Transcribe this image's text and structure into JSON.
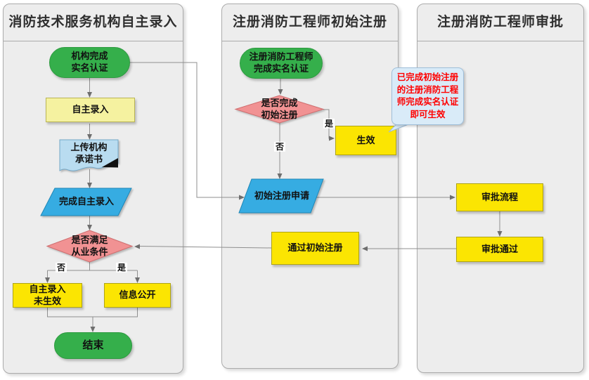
{
  "lanes": [
    {
      "title": "消防技术服务机构自主录入"
    },
    {
      "title": "注册消防工程师初始注册"
    },
    {
      "title": "注册消防工程师审批"
    }
  ],
  "nodes": {
    "org_realname": "机构完成\n实名认证",
    "self_entry": "自主录入",
    "upload_commitment": "上传机构\n承诺书",
    "complete_self_entry": "完成自主录入",
    "meet_practice_condition": "是否满足\n从业条件",
    "self_entry_not_effective": "自主录入\n未生效",
    "info_public": "信息公开",
    "end": "结束",
    "engineer_realname": "注册消防工程师\n完成实名认证",
    "initial_registration_done": "是否完成\n初始注册",
    "effective": "生效",
    "initial_registration_apply": "初始注册申请",
    "pass_initial_registration": "通过初始注册",
    "approval_process": "审批流程",
    "approval_passed": "审批通过"
  },
  "edge_labels": {
    "yes": "是",
    "no": "否"
  },
  "callout": {
    "text": "已完成初始注册\n的注册消防工程\n师完成实名认证\n即可生效"
  },
  "colors": {
    "lane_bg": "#EDEDED",
    "lane_border": "#ABABAB",
    "green": "#35AF4B",
    "pale_yellow": "#F5F2A0",
    "yellow": "#FBE502",
    "blue": "#36ACE2",
    "document_blue": "#B9DCF0",
    "pink": "#F19293",
    "connector": "#8F8F8F",
    "callout_bg": "#D9EBF8",
    "callout_text": "#FF0000"
  }
}
